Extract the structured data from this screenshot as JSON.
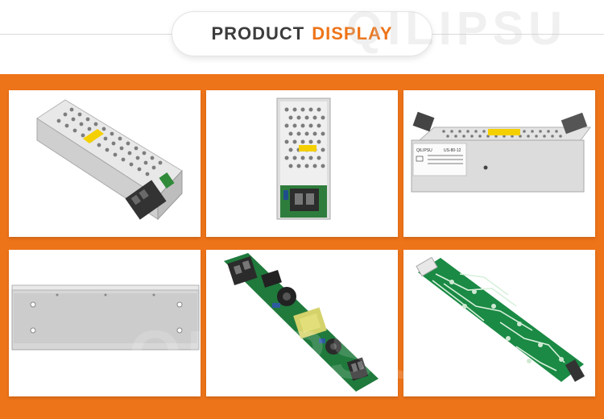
{
  "header": {
    "title_part1": "PRODUCT",
    "title_part2": "DISPLAY",
    "accent_color": "#ee7419",
    "text_color": "#3c3c3c"
  },
  "watermark": {
    "text": "QILIPSU"
  },
  "panel": {
    "background_color": "#ee7419"
  },
  "gallery": {
    "items": [
      {
        "name": "power-supply-angled"
      },
      {
        "name": "power-supply-end-view"
      },
      {
        "name": "power-supply-side-label",
        "label_brand": "QILIPSU",
        "label_model": "US-80-12"
      },
      {
        "name": "power-supply-bottom"
      },
      {
        "name": "pcb-component-side"
      },
      {
        "name": "pcb-solder-side"
      }
    ]
  }
}
